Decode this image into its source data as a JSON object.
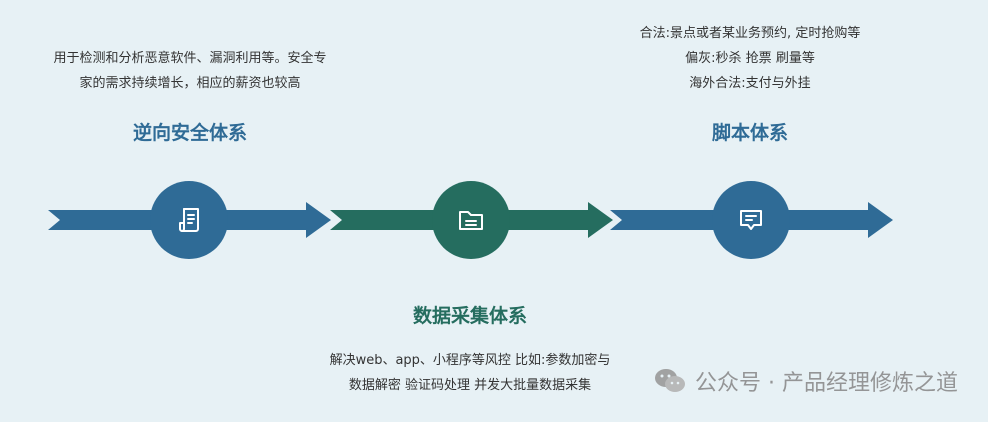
{
  "stage1": {
    "desc": [
      "用于检测和分析恶意软件、漏洞利用等。安全专",
      "家的需求持续增长，相应的薪资也较高"
    ],
    "title": "逆向安全体系",
    "icon": "document-icon",
    "color": "#2f6b96"
  },
  "stage2": {
    "title": "数据采集体系",
    "desc": [
      "解决web、app、小程序等风控 比如:参数加密与",
      "数据解密 验证码处理 并发大批量数据采集"
    ],
    "icon": "folder-icon",
    "color": "#256d5f"
  },
  "stage3": {
    "desc": [
      "合法:景点或者某业务预约, 定时抢购等",
      "偏灰:秒杀 抢票 刷量等",
      "海外合法:支付与外挂"
    ],
    "title": "脚本体系",
    "icon": "chat-icon",
    "color": "#2f6b96"
  },
  "watermark": {
    "text": "公众号 · 产品经理修炼之道",
    "icon": "wechat-icon"
  }
}
